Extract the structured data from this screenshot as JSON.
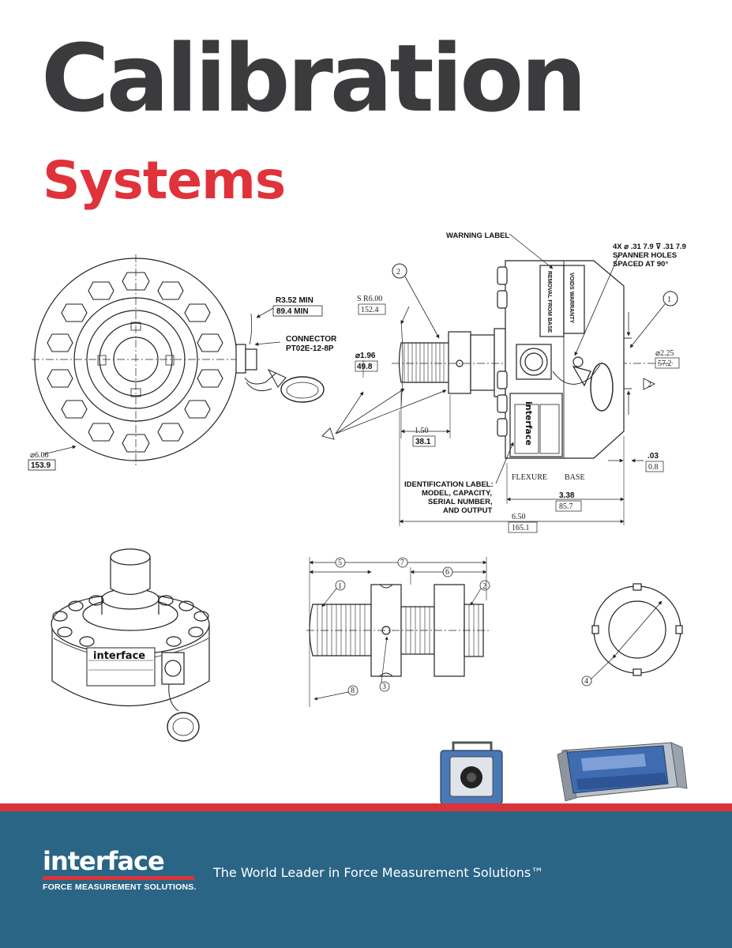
{
  "title": "Calibration",
  "subtitle": "Systems",
  "colors": {
    "title": "#3b3b3d",
    "accent_red": "#e0323a",
    "footer_blue": "#2b6586"
  },
  "drawing_top_left": {
    "r_min": "R3.52 MIN",
    "r_min_mm": "89.4 MIN",
    "connector_label": "CONNECTOR",
    "connector_part": "PT02E-12-8P",
    "diameter": "⌀6.06",
    "diameter_mm": "153.9"
  },
  "drawing_top_right": {
    "warning_label": "WARNING LABEL",
    "spanner_line1": "4X ⌀ .31 7.9 ⊽ .31 7.9",
    "spanner_line2": "SPANNER HOLES",
    "spanner_line3": "SPACED AT 90°",
    "callout_2": "2",
    "callout_1": "1",
    "sr": "S R6.00",
    "sr_mm": "152.4",
    "dia_196": "⌀1.96",
    "dia_196_mm": "49.8",
    "dia_225": "⌀2.25",
    "dia_225_mm": "57.2",
    "tri_2": "2",
    "dim_150": "1.50",
    "dim_150_mm": "38.1",
    "dim_03": ".03",
    "dim_03_mm": "0.8",
    "flexure": "FLEXURE",
    "base": "BASE",
    "id_label_1": "IDENTIFICATION LABEL:",
    "id_label_2": "MODEL, CAPACITY,",
    "id_label_3": "SERIAL NUMBER,",
    "id_label_4": "AND OUTPUT",
    "dim_338": "3.38",
    "dim_338_mm": "85.7",
    "dim_650": "6.50",
    "dim_650_mm": "165.1",
    "label_warning_text1": "REMOVAL FROM BASE",
    "label_warning_text2": "VOIDS WARRANTY",
    "label_brand": "interface"
  },
  "drawing_bottom_left": {
    "brand": "interface"
  },
  "drawing_bottom_middle": {
    "c1": "1",
    "c2": "2",
    "c3": "3",
    "c5": "5",
    "c6": "6",
    "c7": "7",
    "c8": "8"
  },
  "drawing_bottom_right": {
    "c4": "4"
  },
  "footer": {
    "logo_word": "interface",
    "logo_sub": "FORCE MEASUREMENT SOLUTIONS.",
    "tagline": "The World Leader in Force Measurement Solutions™"
  }
}
